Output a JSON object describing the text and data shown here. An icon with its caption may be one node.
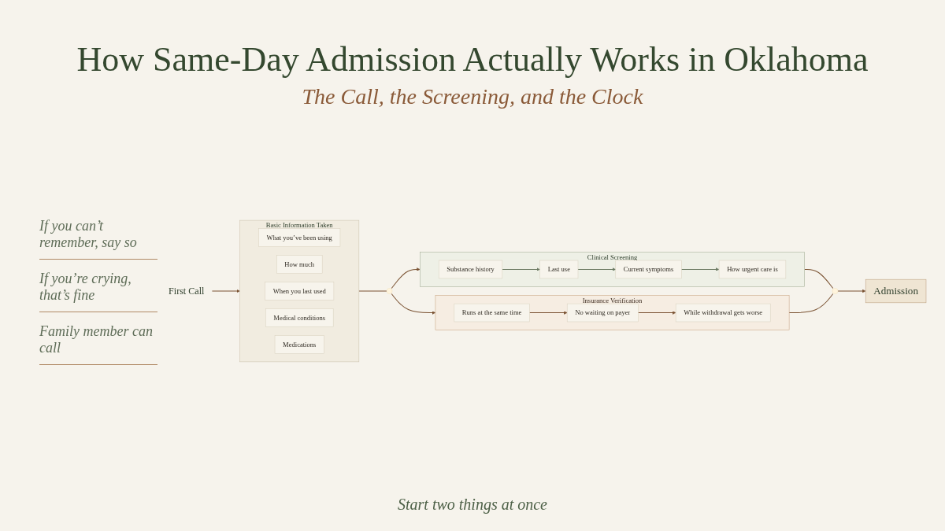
{
  "diagram": {
    "title": "How Same-Day Admission Actually Works in Oklahoma",
    "nodes": [
      {
        "text": [
          "First Call"
        ]
      },
      {
        "text": [
          "Basic Information Taken"
        ]
      },
      {
        "text": [
          "What you’ve been using"
        ],
        "in": 1
      },
      {
        "text": [
          "How much"
        ],
        "in": 1
      },
      {
        "text": [
          "When you last used"
        ],
        "in": 1
      },
      {
        "text": [
          "Medical conditions"
        ],
        "in": 1
      },
      {
        "text": [
          "Medications"
        ],
        "in": 1
      },
      {
        "text": [],
        "shape": "circle"
      },
      {
        "text": [
          "Clinical Screening"
        ]
      },
      {
        "text": [
          "Substance history"
        ],
        "in": 8
      },
      {
        "text": [
          "Last use"
        ],
        "in": 8
      },
      {
        "text": [
          "Current symptoms"
        ],
        "in": 8
      },
      {
        "text": [
          "How urgent care is"
        ],
        "in": 8
      },
      {
        "text": [
          "Insurance Verification"
        ]
      },
      {
        "text": [
          "Runs at the same time"
        ],
        "in": 13
      },
      {
        "text": [
          "No waiting on payer"
        ],
        "in": 13
      },
      {
        "text": [
          "While withdrawal gets worse"
        ],
        "in": 13
      },
      {
        "text": [],
        "shape": "circle"
      },
      {
        "text": [
          "Admission"
        ]
      }
    ],
    "edges": [
      {
        "from": 0,
        "to": 1,
        "arrow": "to"
      },
      {
        "from": 1,
        "to": 7,
        "arrow": "none"
      },
      {
        "from": 7,
        "to": 8,
        "arrow": "to"
      },
      {
        "from": 7,
        "to": 13,
        "arrow": "to"
      },
      {
        "from": 9,
        "to": 10,
        "arrow": "to",
        "color": "#6b7a62"
      },
      {
        "from": 10,
        "to": 11,
        "arrow": "to",
        "color": "#6b7a62"
      },
      {
        "from": 11,
        "to": 12,
        "arrow": "to",
        "color": "#6b7a62"
      },
      {
        "from": 14,
        "to": 15,
        "arrow": "to"
      },
      {
        "from": 15,
        "to": 16,
        "arrow": "to"
      },
      {
        "from": 8,
        "to": 17,
        "arrow": "none"
      },
      {
        "from": 13,
        "to": 17,
        "arrow": "none"
      },
      {
        "from": 17,
        "to": 18,
        "arrow": "to"
      }
    ],
    "labels": [
      "The Call, the Screening, and the Clock",
      "If you can’t remember, say so",
      "If you’re crying, that’s fine",
      "Family member can call",
      "Start two things at once"
    ]
  }
}
